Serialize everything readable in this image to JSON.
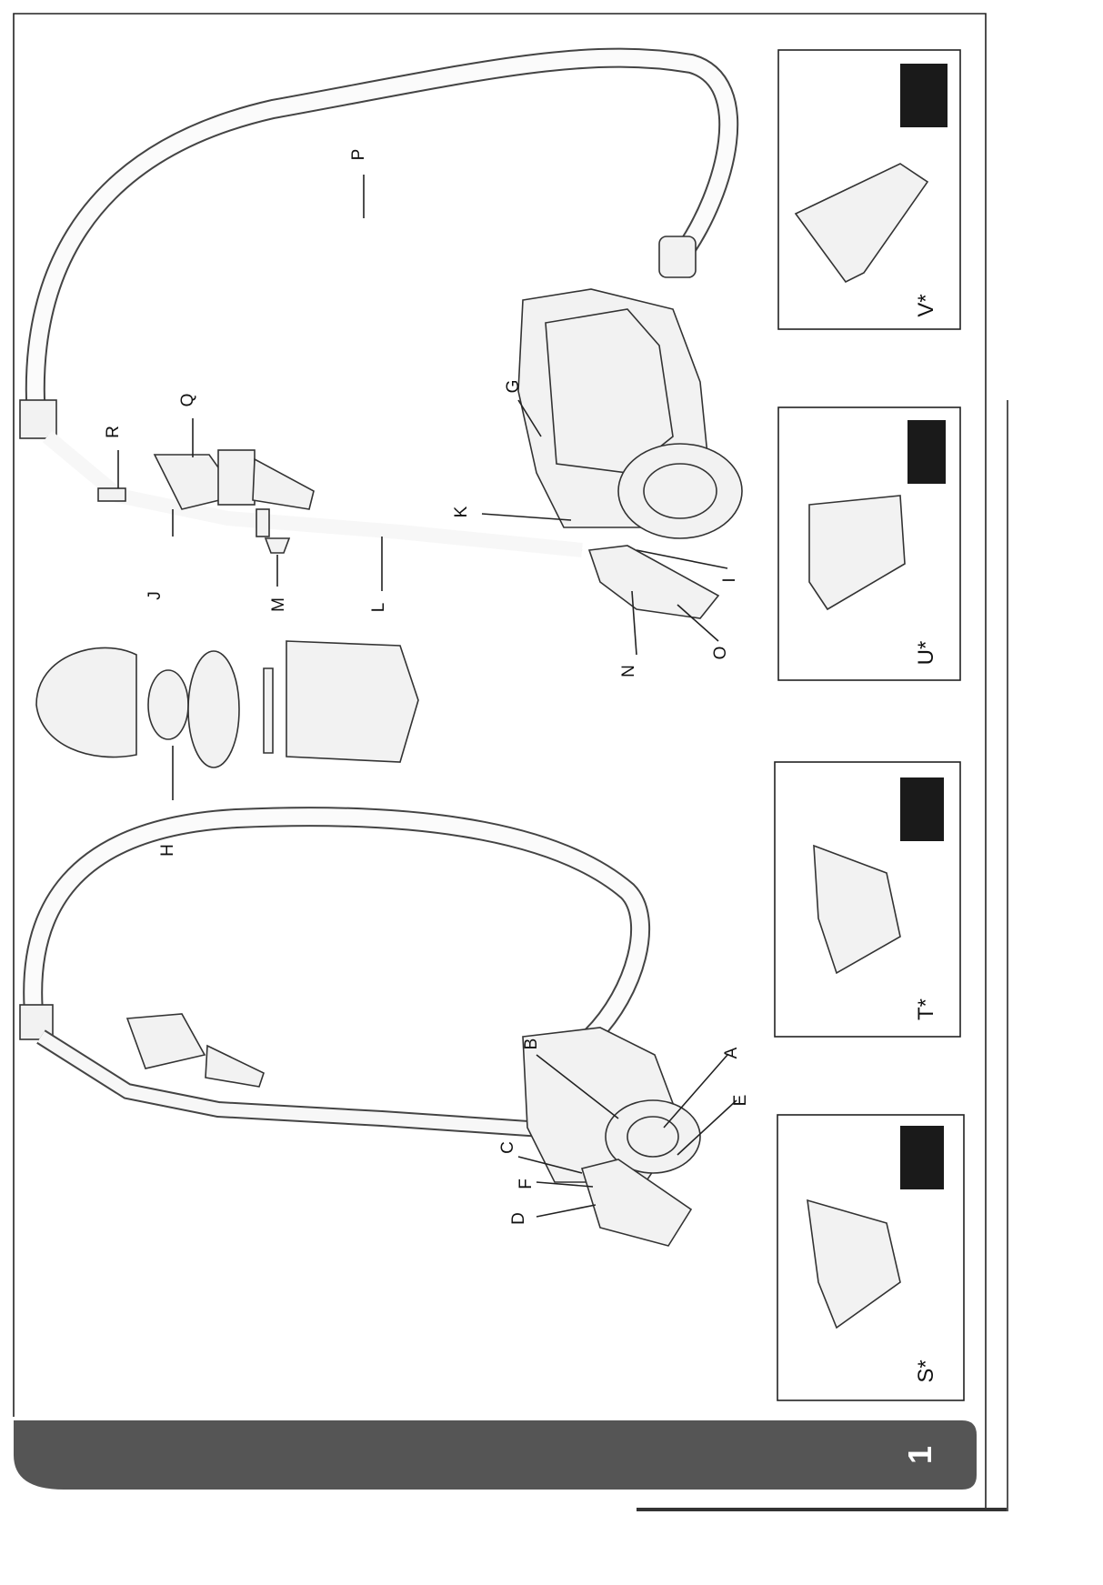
{
  "page": {
    "number": "1",
    "colors": {
      "ink": "#222222",
      "band": "#555555",
      "page": "#ffffff",
      "icon_bg": "#1a1a1a"
    }
  },
  "part_labels": {
    "A": "A",
    "B": "B",
    "C": "C",
    "D": "D",
    "E": "E",
    "F": "F",
    "G": "G",
    "H": "H",
    "I": "I",
    "J": "J",
    "K": "K",
    "L": "L",
    "M": "M",
    "N": "N",
    "O": "O",
    "P": "P",
    "Q": "Q",
    "R": "R"
  },
  "accessory_panels": [
    {
      "label": "S*",
      "icon": "pet-paw-icon"
    },
    {
      "label": "T*",
      "icon": "mini-turbo-brush-icon"
    },
    {
      "label": "U*",
      "icon": "mattress-upholstery-icon"
    },
    {
      "label": "V*",
      "icon": "parquet-floor-icon"
    }
  ]
}
